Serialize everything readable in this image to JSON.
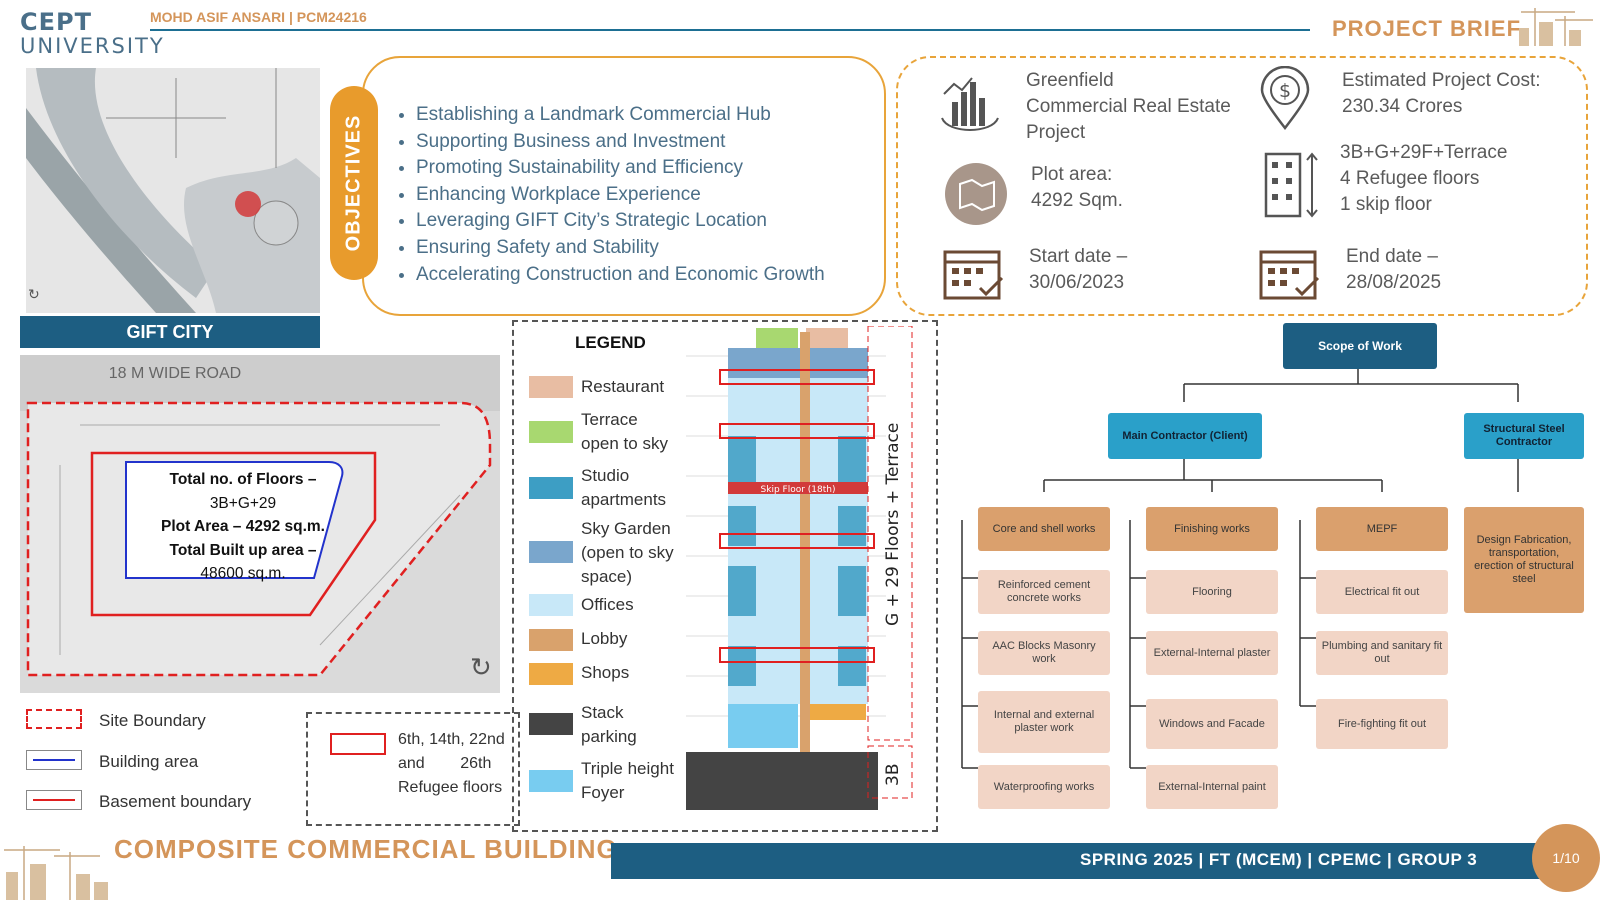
{
  "header": {
    "logo_line1": "CEPT",
    "logo_line2": "UNIVERSITY",
    "author": "MOHD ASIF ANSARI | PCM24216",
    "section_title": "PROJECT BRIEF"
  },
  "map": {
    "caption": "GIFT CITY"
  },
  "objectives": {
    "tab_label": "OBJECTIVES",
    "items": [
      "Establishing a Landmark Commercial Hub",
      "Supporting Business and Investment",
      "Promoting Sustainability and Efficiency",
      "Enhancing Workplace Experience",
      "Leveraging GIFT City’s Strategic Location",
      "Ensuring Safety and Stability",
      "Accelerating Construction and Economic Growth"
    ]
  },
  "brief": {
    "project_type": [
      "Greenfield",
      "Commercial Real Estate",
      "Project"
    ],
    "cost": [
      "Estimated Project Cost:",
      "230.34 Crores"
    ],
    "plot": [
      "Plot area:",
      "4292 Sqm."
    ],
    "floors": [
      "3B+G+29F+Terrace",
      "4 Refugee floors",
      "1 skip floor"
    ],
    "start": [
      "Start date –",
      "30/06/2023"
    ],
    "end": [
      "End date –",
      "28/08/2025"
    ]
  },
  "site_plan": {
    "road_label": "18 M WIDE ROAD",
    "info": [
      "Total no. of Floors –",
      "3B+G+29",
      "Plot Area – 4292 sq.m.",
      "Total Built up area –",
      "48600 sq.m."
    ]
  },
  "legend_lines": [
    {
      "label": "Site Boundary",
      "color": "#e02020",
      "style": "dashed"
    },
    {
      "label": "Building area",
      "color": "#2233cc",
      "style": "solid"
    },
    {
      "label": "Basement boundary",
      "color": "#e02020",
      "style": "solid"
    }
  ],
  "refuge": {
    "line1": "6th, 14th, 22nd",
    "line2": "and        26th",
    "line3": "Refugee floors"
  },
  "building_legend": {
    "title": "LEGEND",
    "items": [
      {
        "label": "Restaurant",
        "color": "#e8bda3"
      },
      {
        "label": "Terrace open to sky",
        "color": "#a8d870"
      },
      {
        "label": "Studio apartments",
        "color": "#3d9ec4"
      },
      {
        "label": "Sky Garden (open to sky space)",
        "color": "#7aa6cc"
      },
      {
        "label": "Offices",
        "color": "#c8e8f8"
      },
      {
        "label": "Lobby",
        "color": "#d9a26c"
      },
      {
        "label": "Shops",
        "color": "#eeaa44"
      },
      {
        "label": "Stack parking",
        "color": "#444444"
      },
      {
        "label": "Triple height Foyer",
        "color": "#78ccf0"
      }
    ],
    "skip_floor_label": "Skip Floor (18th)",
    "floors_label": "G + 29 Floors + Terrace",
    "basement_label": "3B"
  },
  "scope": {
    "root": "Scope of Work",
    "main": "Main Contractor (Client)",
    "steel": "Structural Steel Contractor",
    "branches": [
      {
        "head": "Core and shell works",
        "items": [
          "Reinforced cement concrete works",
          "AAC Blocks Masonry work",
          "Internal and external plaster work",
          "Waterproofing works"
        ]
      },
      {
        "head": "Finishing works",
        "items": [
          "Flooring",
          "External-Internal plaster",
          "Windows and Facade",
          "External-Internal paint"
        ]
      },
      {
        "head": "MEPF",
        "items": [
          "Electrical fit out",
          "Plumbing and sanitary fit out",
          "Fire-fighting fit out"
        ]
      }
    ],
    "steel_task": "Design Fabrication, transportation, erection of structural steel"
  },
  "footer": {
    "title": "COMPOSITE COMMERCIAL BUILDING",
    "info": "SPRING 2025 | FT (MCEM) | CPEMC | GROUP 3",
    "page": "1/10"
  }
}
